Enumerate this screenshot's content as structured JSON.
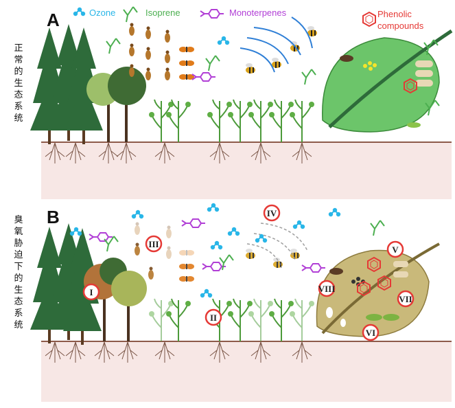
{
  "panel_a": {
    "letter": "A",
    "side_label": "正常的生态系统"
  },
  "panel_b": {
    "letter": "B",
    "side_label": "臭氧胁迫下的生态系统"
  },
  "legend": {
    "ozone": {
      "label": "Ozone",
      "color": "#29b6e8"
    },
    "isoprene": {
      "label": "Isoprene",
      "color": "#4caf50"
    },
    "monoterpenes": {
      "label": "Monoterpenes",
      "color": "#b13fd6"
    },
    "phenolic": {
      "label_line1": "Phenolic",
      "label_line2": "compounds",
      "color": "#e53935"
    }
  },
  "markers": [
    "I",
    "II",
    "III",
    "IV",
    "V",
    "VI",
    "VII",
    "VIII"
  ],
  "colors": {
    "soil": "#f7e7e5",
    "ground_line": "#8d5a4a",
    "leaf_healthy": "#6cc56a",
    "leaf_damaged": "#c9b97a",
    "tree": "#2e6b3a"
  }
}
